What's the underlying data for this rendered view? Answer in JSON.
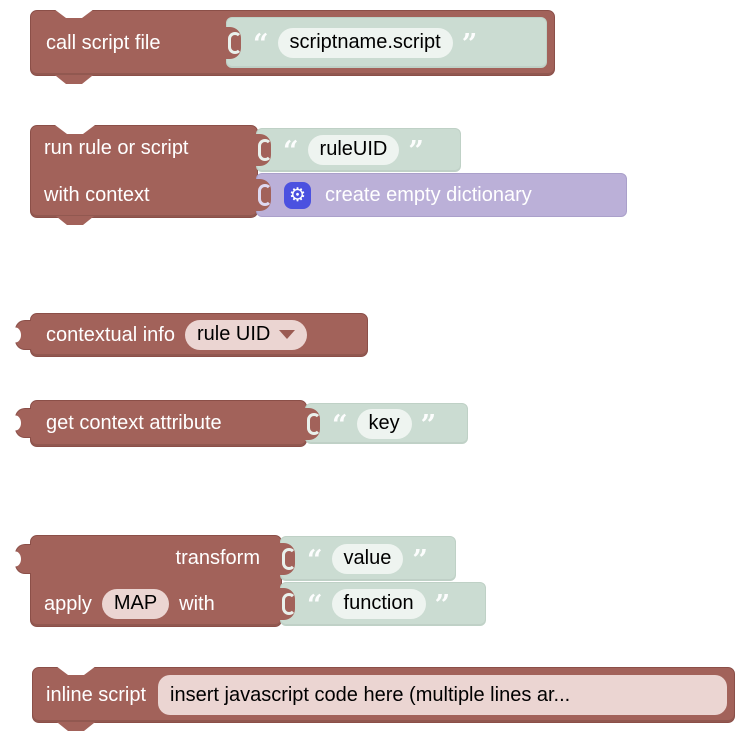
{
  "colors": {
    "maroon": "#a2625a",
    "maroon_dark": "#8b4f48",
    "string_green": "#cbdcd2",
    "string_field": "#eef4f0",
    "dict_purple": "#bbb0d8",
    "gear_blue": "#4b51e0",
    "pink_field": "#ebd5d2",
    "arrow": "#9a5a52"
  },
  "icons": {
    "gear": "⚙",
    "quote_open": "“",
    "quote_close": "”"
  },
  "blocks": {
    "call_script_file": {
      "label": "call script file",
      "script_name": "scriptname.script"
    },
    "run_rule_or_script": {
      "label": "run rule or script",
      "rule_uid": "ruleUID",
      "context_label": "with context",
      "context_value": "create empty dictionary"
    },
    "contextual_info": {
      "label": "contextual info",
      "selected": "rule UID"
    },
    "get_context_attribute": {
      "label": "get context attribute",
      "key": "key"
    },
    "transform": {
      "label": "transform",
      "value": "value",
      "apply_label": "apply",
      "method": "MAP",
      "with_label": "with",
      "function": "function"
    },
    "inline_script": {
      "label": "inline script",
      "code": "insert javascript code here (multiple lines ar..."
    }
  }
}
